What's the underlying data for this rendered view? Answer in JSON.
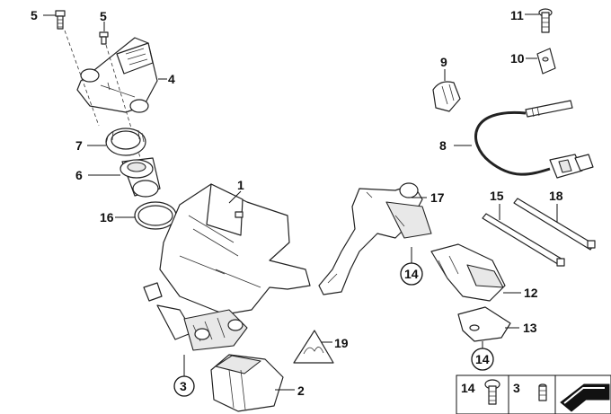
{
  "callouts": {
    "c5a": "5",
    "c5b": "5",
    "c4": "4",
    "c7": "7",
    "c6": "6",
    "c16": "16",
    "c1": "1",
    "c3": "3",
    "c2": "2",
    "c19": "19",
    "c11": "11",
    "c10": "10",
    "c9": "9",
    "c8": "8",
    "c17": "17",
    "c15": "15",
    "c18": "18",
    "c14a": "14",
    "c12": "12",
    "c13": "13",
    "c14b": "14"
  },
  "legend": {
    "item_a": "14",
    "item_b": "3"
  }
}
